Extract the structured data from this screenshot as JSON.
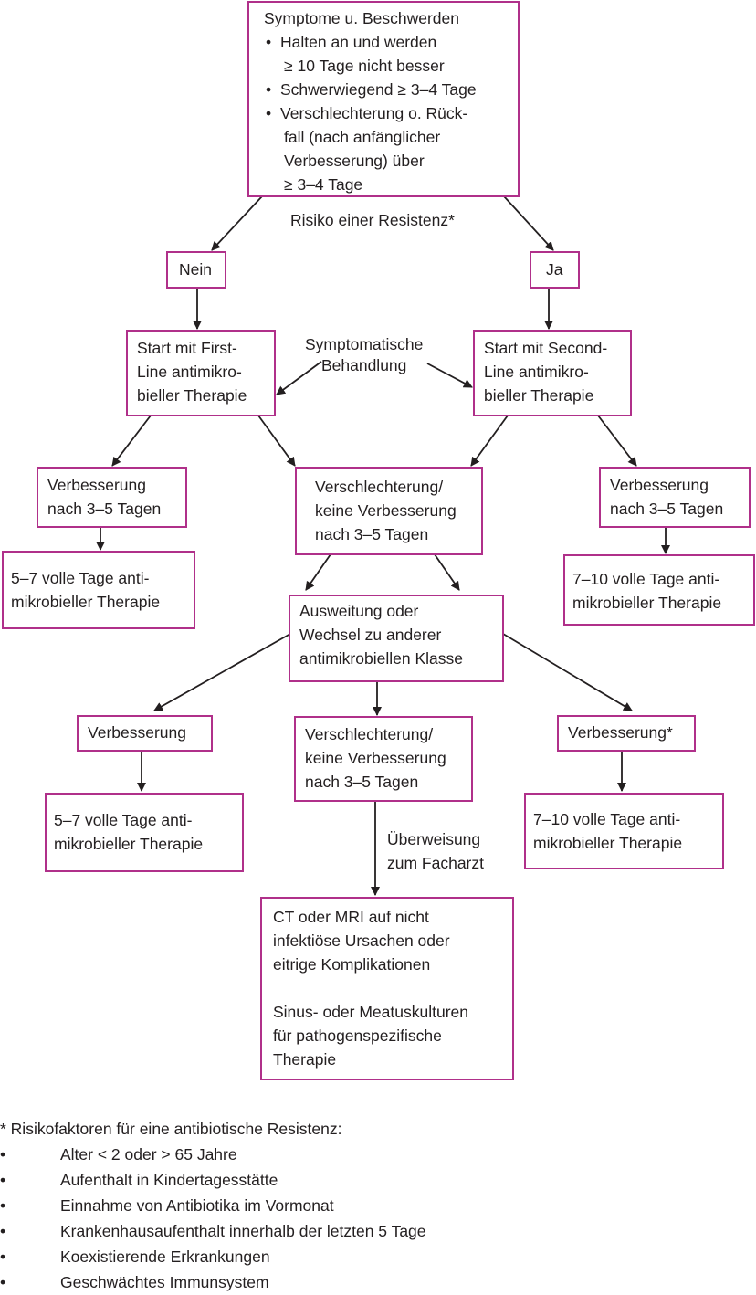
{
  "boxes": {
    "symptoms": {
      "title": "Symptome u. Beschwerden",
      "bullets": [
        [
          "Halten an und werden",
          "≥ 10 Tage nicht besser"
        ],
        [
          "Schwerwiegend ≥ 3–4 Tage"
        ],
        [
          "Verschlechterung o. Rück-",
          "fall (nach anfänglicher",
          "Verbesserung) über",
          "≥ 3–4 Tage"
        ]
      ]
    },
    "no": [
      "Nein"
    ],
    "yes": [
      "Ja"
    ],
    "first_line": [
      "Start mit First-",
      "Line antimikro-",
      "bieller Therapie"
    ],
    "second_line": [
      "Start mit Second-",
      "Line antimikro-",
      "bieller Therapie"
    ],
    "improve_left": [
      "Verbesserung",
      "nach 3–5 Tagen"
    ],
    "worse_mid": [
      "Verschlechterung/",
      "keine Verbesserung",
      "nach 3–5 Tagen"
    ],
    "improve_right": [
      "Verbesserung",
      "nach 3–5 Tagen"
    ],
    "days_5_7_top": [
      "5–7 volle Tage anti-",
      "mikrobieller Therapie"
    ],
    "days_7_10_top": [
      "7–10 volle Tage anti-",
      "mikrobieller Therapie"
    ],
    "switch": [
      "Ausweitung oder",
      "Wechsel zu anderer",
      "antimikrobiellen Klasse"
    ],
    "improve_bottom_left": [
      "Verbesserung"
    ],
    "worse_bottom": [
      "Verschlechterung/",
      "keine Verbesserung",
      "nach 3–5 Tagen"
    ],
    "improve_bottom_right": [
      "Verbesserung*"
    ],
    "days_5_7_bottom": [
      "5–7 volle Tage anti-",
      "mikrobieller Therapie"
    ],
    "days_7_10_bottom": [
      "7–10 volle Tage anti-",
      "mikrobieller Therapie"
    ],
    "ct_mri": [
      "CT oder MRI auf nicht",
      "infektiöse Ursachen oder",
      "eitrige Komplikationen",
      "",
      "Sinus- oder Meatuskulturen",
      "für pathogenspezifische",
      "Therapie"
    ]
  },
  "labels": {
    "risk": "Risiko einer Resistenz*",
    "symptomatic": [
      "Symptomatische",
      "Behandlung"
    ],
    "referral": [
      "Überweisung",
      "zum Facharzt"
    ]
  },
  "footnote": {
    "title": "* Risikofaktoren für eine antibiotische Resistenz:",
    "bullet": "•",
    "items": [
      "Alter < 2 oder > 65 Jahre",
      "Aufenthalt in Kindertagesstätte",
      "Einnahme von Antibiotika im Vormonat",
      "Krankenhausaufenthalt innerhalb der letzten 5 Tage",
      "Koexistierende Erkrankungen",
      "Geschwächtes Immunsystem"
    ]
  },
  "colors": {
    "box_border": "#b0308a",
    "arrow": "#231f20"
  }
}
